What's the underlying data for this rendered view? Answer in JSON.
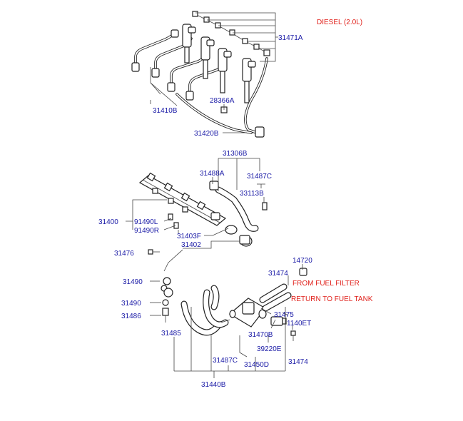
{
  "diagram": {
    "title": "DIESEL (2.0L)",
    "notes": {
      "from_filter": "FROM FUEL FILTER",
      "return_tank": "RETURN TO FUEL TANK"
    },
    "parts": {
      "p31471A": "31471A",
      "p28366A": "28366A",
      "p31410B": "31410B",
      "p31420B": "31420B",
      "p31306B": "31306B",
      "p31488A": "31488A",
      "p31487C_top": "31487C",
      "p33113B": "33113B",
      "p31400": "31400",
      "p91490L": "91490L",
      "p91490R": "91490R",
      "p31403F": "31403F",
      "p31402": "31402",
      "p31476": "31476",
      "p14720": "14720",
      "p31474_top": "31474",
      "p31490_a": "31490",
      "p31490_b": "31490",
      "p31486": "31486",
      "p31475": "31475",
      "p1140ET": "1140ET",
      "p31470B": "31470B",
      "p31485": "31485",
      "p39220E": "39220E",
      "p31487C_bottom": "31487C",
      "p31450D": "31450D",
      "p31474_bottom": "31474",
      "p31440B": "31440B"
    }
  }
}
